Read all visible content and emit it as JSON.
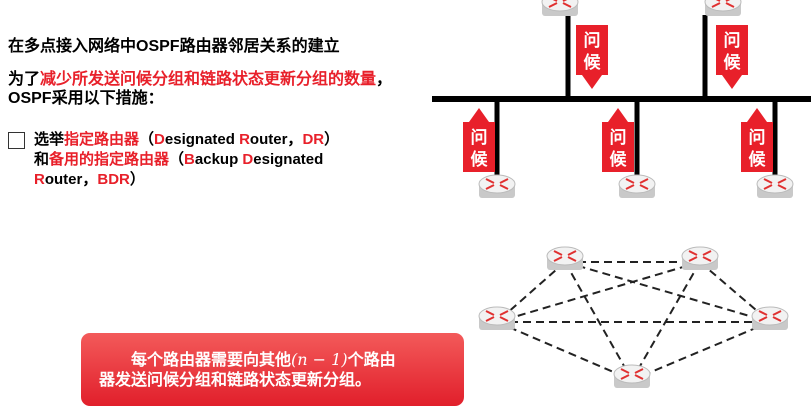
{
  "title": "在多点接入网络中OSPF路由器邻居关系的建立",
  "intro": {
    "prefix": "为了",
    "highlight": "减少所发送问候分组和链路状态更新分组的数量",
    "suffix": "，OSPF采用以下措施："
  },
  "bullet": {
    "p1": "选举",
    "p2": "指定路由器",
    "p3": "（",
    "p4": "D",
    "p5": "esignated ",
    "p6": "R",
    "p7": "outer，",
    "p8": "DR",
    "p9": "）",
    "p10": "和",
    "p11": "备用的指定路由器",
    "p12": "（",
    "p13": "B",
    "p14": "ackup ",
    "p15": "D",
    "p16": "esignated ",
    "p17": "R",
    "p18": "outer，",
    "p19": "BDR",
    "p20": "）"
  },
  "hello_label": [
    "问",
    "候"
  ],
  "callout": {
    "line1a": "每个路由器需要向其他",
    "formula": "(n − 1)",
    "line1b": "个路由",
    "line2": "器发送问候分组和链路状态更新分组。"
  },
  "colors": {
    "accent_red": "#e8202a",
    "bus": "#000000",
    "router_body": "#eaeaea",
    "router_arrow": "#e03030"
  },
  "icons": [
    "router-icon",
    "hello-arrow-down",
    "hello-arrow-up",
    "checkbox-icon"
  ]
}
